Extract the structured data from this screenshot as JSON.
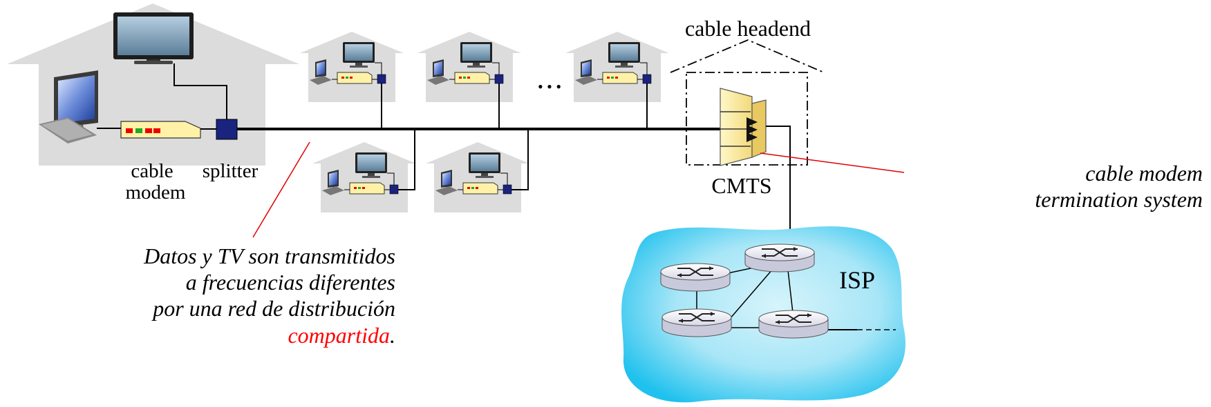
{
  "labels": {
    "cable_headend": "cable headend",
    "cable": "cable",
    "modem": "modem",
    "splitter": "splitter",
    "cmts": "CMTS",
    "cmts_full_1": "cable modem",
    "cmts_full_2": "termination system",
    "isp": "ISP",
    "ellipsis": "• • •"
  },
  "note": {
    "line1": "Datos y TV son transmitidos",
    "line2": "a frecuencias diferentes",
    "line3": "por una red de distribución",
    "line4_red": "compartida",
    "line4_end": "."
  },
  "colors": {
    "house": "#dcdcdc",
    "modem": "#fff2a8",
    "splitter": "#1a237e",
    "annotation_line": "#e00000",
    "emphasis": "#ff0000",
    "cloud_inner": "#d6f4fb",
    "cloud_outer": "#29c6ef"
  }
}
